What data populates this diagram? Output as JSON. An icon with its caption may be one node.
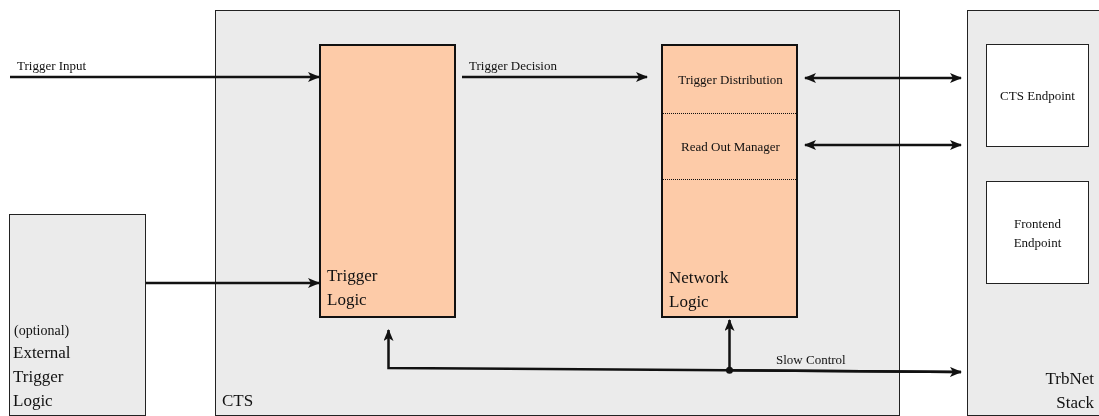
{
  "diagram": {
    "nodes": [
      {
        "text": [
          "CTS"
        ]
      },
      {
        "text": [
          "Trigger Logic"
        ],
        "in": 0
      },
      {
        "text": [
          "Network Logic"
        ],
        "in": 0
      },
      {
        "text": [
          "Trigger Distribution"
        ],
        "in": 2
      },
      {
        "text": [
          "Read Out Manager"
        ],
        "in": 2
      },
      {
        "text": [
          "(optional)",
          "External Trigger Logic"
        ]
      },
      {
        "text": [
          "TrbNet Stack"
        ]
      },
      {
        "text": [
          "CTS Endpoint"
        ],
        "in": 6
      },
      {
        "text": [
          "Frontend Endpoint"
        ],
        "in": 6
      }
    ],
    "edges": [
      {
        "from": null,
        "to": 1,
        "arrow": "to",
        "label": "Trigger Input"
      },
      {
        "from": 5,
        "to": 1,
        "arrow": "to"
      },
      {
        "from": 1,
        "to": 2,
        "arrow": "to",
        "label": "Trigger Decision"
      },
      {
        "from": 3,
        "to": 6,
        "arrow": "both"
      },
      {
        "from": 4,
        "to": 6,
        "arrow": "both"
      },
      {
        "from": 1,
        "to": 6,
        "arrow": "both",
        "label": "Slow Control"
      },
      {
        "from": 6,
        "to": 2,
        "arrow": "to"
      }
    ]
  }
}
